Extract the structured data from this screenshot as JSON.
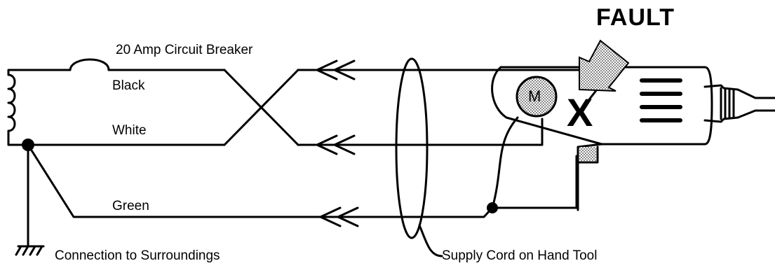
{
  "labels": {
    "fault": "FAULT",
    "breaker": "20 Amp Circuit Breaker",
    "black": "Black",
    "white": "White",
    "green": "Green",
    "ground": "Connection to Surroundings",
    "cord": "Supply Cord on Hand Tool",
    "motor": "M",
    "fault_mark": "X"
  },
  "colors": {
    "line": "#000000",
    "shade": "#c8c8c8",
    "background": "#ffffff"
  }
}
